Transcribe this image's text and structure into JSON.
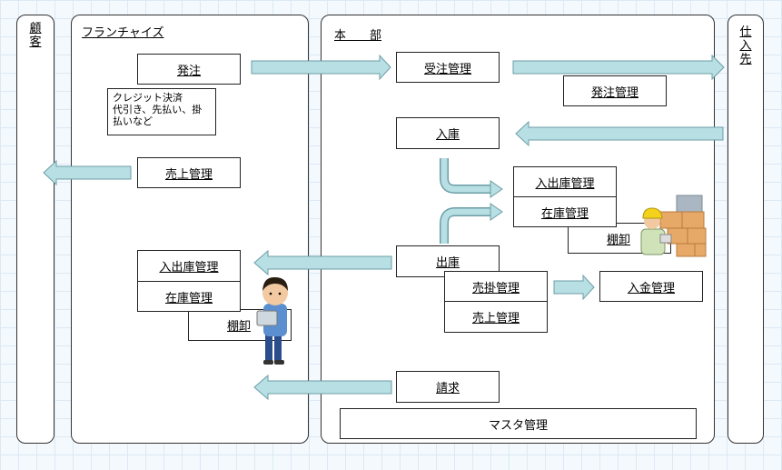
{
  "lanes": {
    "customer": "顧客",
    "franchise": "フランチャイズ",
    "headquarters": "本　　部",
    "supplier": "仕入先"
  },
  "franchise": {
    "order": "発注",
    "payment_note": [
      "クレジット決済",
      "代引き、先払い、掛",
      "払いなど"
    ],
    "sales_mgmt": "売上管理",
    "inout_mgmt": "入出庫管理",
    "stock_mgmt": "在庫管理",
    "inventory": "棚卸"
  },
  "headquarters": {
    "order_receive": "受注管理",
    "order_place": "発注管理",
    "receiving": "入庫",
    "inout_mgmt": "入出庫管理",
    "stock_mgmt": "在庫管理",
    "inventory": "棚卸",
    "shipping": "出庫",
    "ar_mgmt": "売掛管理",
    "sales_mgmt": "売上管理",
    "payment_mgmt": "入金管理",
    "billing": "請求",
    "master_mgmt": "マスタ管理"
  },
  "colors": {
    "arrow_fill": "#b8dfe4",
    "arrow_stroke": "#6b9ea6",
    "grid": "#dce9f5"
  }
}
